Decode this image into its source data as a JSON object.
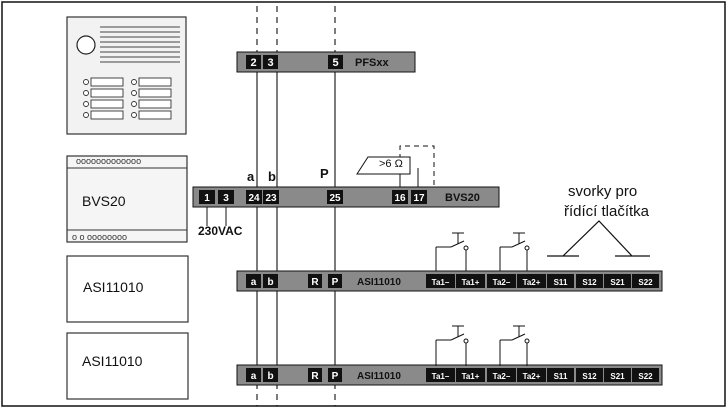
{
  "pfs": {
    "terminals": [
      "2",
      "3",
      "5"
    ],
    "name": "PFSxx"
  },
  "bvs": {
    "terminals": [
      "1",
      "3",
      "24",
      "23",
      "25",
      "16",
      "17"
    ],
    "name": "BVS20",
    "device_label": "BVS20",
    "supply_label": "230VAC",
    "wire_a": "a",
    "wire_b": "b",
    "wire_p": "P",
    "resistance": ">6 Ω"
  },
  "annotation": {
    "line1": "svorky pro",
    "line2": "řídící tlačítka"
  },
  "asi": [
    {
      "device_label": "ASI11010",
      "name": "ASI11010",
      "terminals": [
        "a",
        "b",
        "R",
        "P",
        "Ta1–",
        "Ta1+",
        "Ta2–",
        "Ta2+",
        "S11",
        "S12",
        "S21",
        "S22"
      ]
    },
    {
      "device_label": "ASI11010",
      "name": "ASI11010",
      "terminals": [
        "a",
        "b",
        "R",
        "P",
        "Ta1–",
        "Ta1+",
        "Ta2–",
        "Ta2+",
        "S11",
        "S12",
        "S21",
        "S22"
      ]
    }
  ],
  "colors": {
    "line": "#111111",
    "bar": "#8a8a8a",
    "terminal": "#111111",
    "terminal_text": "#ffffff",
    "panel": "#f2f2f2"
  }
}
